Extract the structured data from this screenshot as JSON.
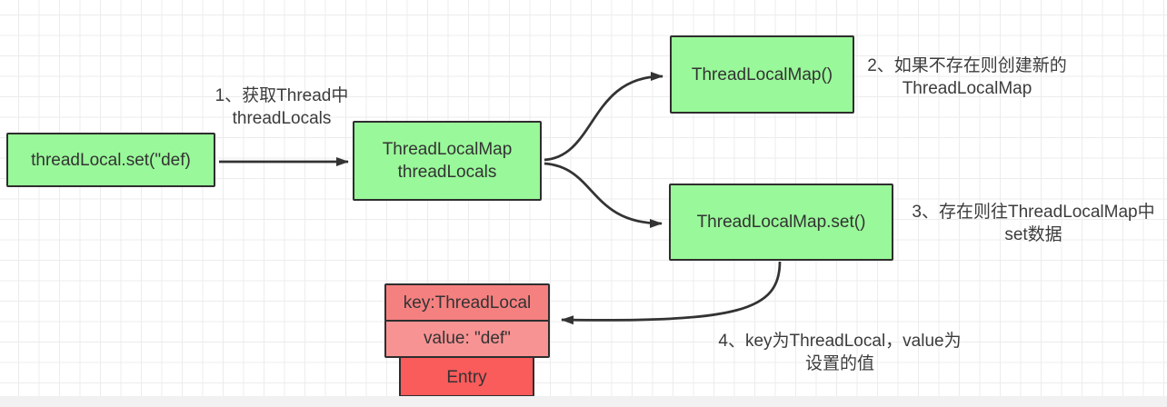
{
  "nodes": {
    "set_call": {
      "label": "threadLocal.set(\"def)"
    },
    "thread_locals": {
      "line1": "ThreadLocalMap",
      "line2": "threadLocals"
    },
    "map_ctor": {
      "label": "ThreadLocalMap()"
    },
    "map_set": {
      "label": "ThreadLocalMap.set()"
    },
    "entry_key": {
      "label": "key:ThreadLocal"
    },
    "entry_value": {
      "label": "value: \"def\""
    },
    "entry": {
      "label": "Entry"
    }
  },
  "notes": {
    "n1": {
      "line1": "1、获取Thread中",
      "line2": "threadLocals"
    },
    "n2": {
      "line1": "2、如果不存在则创建新的",
      "line2": "ThreadLocalMap"
    },
    "n3": {
      "line1": "3、存在则往ThreadLocalMap中",
      "line2": "set数据"
    },
    "n4": {
      "line1": "4、key为ThreadLocal，value为",
      "line2": "设置的值"
    }
  },
  "colors": {
    "node_green_fill": "#99f899",
    "node_border": "#2e2e2e",
    "entry_key_fill": "#f58080",
    "entry_value_fill": "#f89393",
    "entry_fill": "#fa5b5b",
    "arrow": "#333333",
    "grid_line": "#ececec",
    "text": "#333333"
  }
}
